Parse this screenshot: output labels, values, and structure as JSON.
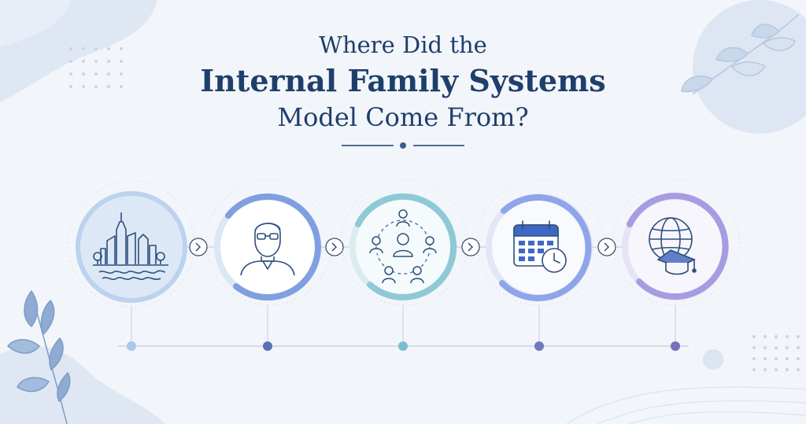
{
  "title": {
    "line1": "Where Did the",
    "line2": "Internal Family Systems",
    "line3": "Model Come From?"
  },
  "colors": {
    "title": "#1f3f6b",
    "background": "#f2f5fa",
    "icon_stroke": "#2c4f7c",
    "timeline": "#c9d4e6",
    "ring_stage_1": "#bcd2ee",
    "ring_stage_2": "#7f9fe0",
    "ring_stage_3": "#8ec9d6",
    "ring_stage_4": "#8fa5ea",
    "ring_stage_5": "#a79be2",
    "dot_stage_1": "#a9c6ec",
    "dot_stage_2": "#5b6fb4",
    "dot_stage_3": "#7dbcd0",
    "dot_stage_4": "#6f78bd",
    "dot_stage_5": "#7c6fbc"
  },
  "stages": [
    {
      "icon": "city-skyline-icon"
    },
    {
      "icon": "man-with-glasses-icon"
    },
    {
      "icon": "group-network-icon"
    },
    {
      "icon": "calendar-clock-icon"
    },
    {
      "icon": "globe-graduation-cap-icon"
    }
  ]
}
